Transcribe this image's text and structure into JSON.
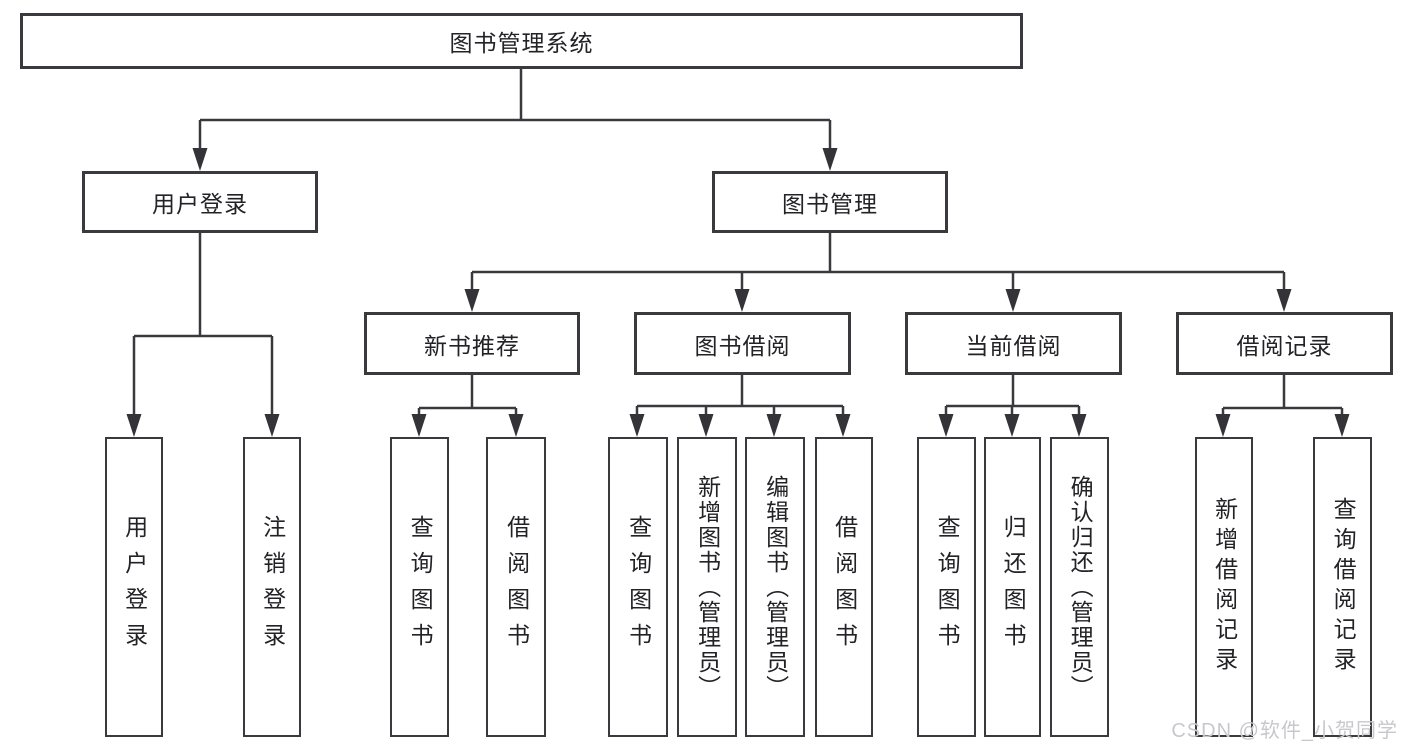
{
  "title": "图书管理系统",
  "tree": {
    "root": {
      "label": "图书管理系统"
    },
    "branches": [
      {
        "label": "用户登录",
        "children": [
          {
            "label": "用户登录"
          },
          {
            "label": "注销登录"
          }
        ]
      },
      {
        "label": "图书管理",
        "children": [
          {
            "label": "新书推荐",
            "children": [
              {
                "label": "查询图书"
              },
              {
                "label": "借阅图书"
              }
            ]
          },
          {
            "label": "图书借阅",
            "children": [
              {
                "label": "查询图书"
              },
              {
                "label": "新增图书（管理员）"
              },
              {
                "label": "编辑图书（管理员）"
              },
              {
                "label": "借阅图书"
              }
            ]
          },
          {
            "label": "当前借阅",
            "children": [
              {
                "label": "查询图书"
              },
              {
                "label": "归还图书"
              },
              {
                "label": "确认归还（管理员）"
              }
            ]
          },
          {
            "label": "借阅记录",
            "children": [
              {
                "label": "新增借阅记录"
              },
              {
                "label": "查询借阅记录"
              }
            ]
          }
        ]
      }
    ]
  },
  "watermark": {
    "text": "CSDN @软件_小贺同学"
  },
  "colors": {
    "line": "#3a3a3e",
    "box_border": "#3a3a3e",
    "box_bg": "#ffffff",
    "text": "#232327",
    "watermark": "#c8c8cc",
    "background": "#ffffff"
  }
}
